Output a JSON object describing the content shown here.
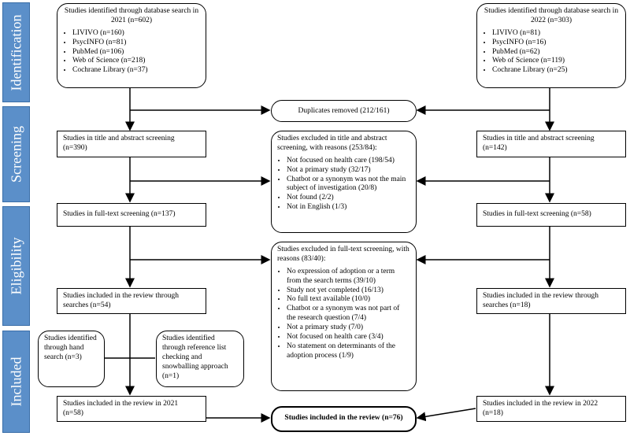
{
  "phases": [
    "Identification",
    "Screening",
    "Eligibility",
    "Included"
  ],
  "left_db": {
    "title": "Studies identified through database search in 2021 (n=602)",
    "items": [
      "LIVIVO (n=160)",
      "PsycINFO (n=81)",
      "PubMed (n=106)",
      "Web of Science (n=218)",
      "Cochrane Library (n=37)"
    ]
  },
  "right_db": {
    "title": "Studies identified through database search in 2022 (n=303)",
    "items": [
      "LIVIVO (n=81)",
      "PsycINFO (n=16)",
      "PubMed (n=62)",
      "Web of Science (n=119)",
      "Cochrane Library (n=25)"
    ]
  },
  "duplicates": "Duplicates removed (212/161)",
  "left_screen": "Studies in title and abstract screening (n=390)",
  "right_screen": "Studies in title and abstract screening (n=142)",
  "excluded_ta": {
    "title": "Studies excluded in title and abstract screening, with reasons (253/84):",
    "items": [
      "Not focused on health care (198/54)",
      "Not a primary study (32/17)",
      "Chatbot or a synonym was not the main subject of investigation (20/8)",
      "Not found (2/2)",
      "Not in English (1/3)"
    ]
  },
  "left_fulltext": "Studies in full-text screening (n=137)",
  "right_fulltext": "Studies in full-text screening (n=58)",
  "excluded_ft": {
    "title": "Studies excluded in full-text screening, with reasons (83/40):",
    "items": [
      "No expression of adoption or a term from the search terms (39/10)",
      "Study not yet completed (16/13)",
      "No full text available (10/0)",
      "Chatbot or a synonym was not part of the research question (7/4)",
      "Not a primary study (7/0)",
      "Not focused on health care (3/4)",
      "No statement on determinants of the adoption process (1/9)"
    ]
  },
  "left_included_search": "Studies included in the review through searches (n=54)",
  "right_included_search": "Studies included in the review through searches (n=18)",
  "hand_search": "Studies identified through hand search (n=3)",
  "reference_list": "Studies identified through reference list checking and snowballing approach (n=1)",
  "left_final": "Studies included in the review in 2021 (n=58)",
  "right_final": "Studies included in the review in 2022 (n=18)",
  "total": "Studies included in the review (n=76)"
}
